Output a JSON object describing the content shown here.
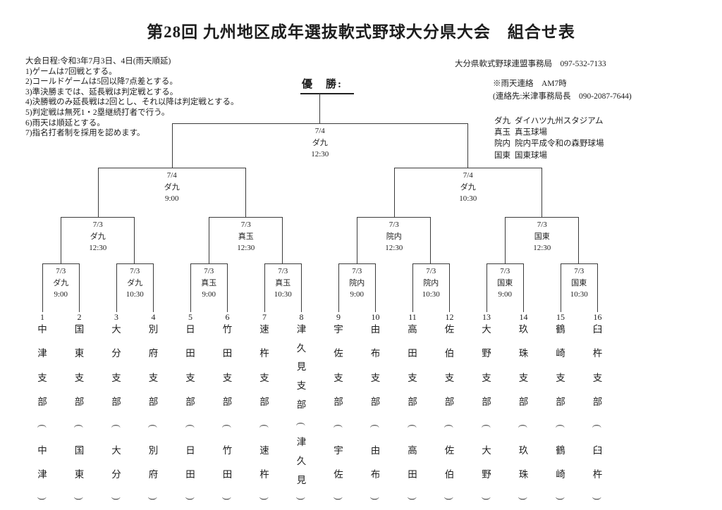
{
  "title": "第28回 九州地区成年選抜軟式野球大分県大会　組合せ表",
  "info_left": {
    "schedule": "大会日程:令和3年7月3日、4日(雨天順延)",
    "rules": [
      "1)ゲームは7回戦とする。",
      "2)コールドゲームは5回以降7点差とする。",
      "3)準決勝までは、延長戦は判定戦とする。",
      "4)決勝戦のみ延長戦は2回とし、それ以降は判定戦とする。",
      "5)判定戦は無死1・2塁継続打者で行う。",
      "6)雨天は順延とする。",
      "7)指名打者制を採用を認めます。"
    ]
  },
  "info_right": {
    "office": "大分県軟式野球連盟事務局　097-532-7133",
    "rain_contact": "※雨天連絡　AM7時",
    "contact_person": "(連絡先:米津事務局長　090-2087-7644)"
  },
  "venues": [
    {
      "abbr": "ダ九",
      "name": "ダイハツ九州スタジアム"
    },
    {
      "abbr": "真玉",
      "name": "真玉球場"
    },
    {
      "abbr": "院内",
      "name": "院内平成令和の森野球場"
    },
    {
      "abbr": "国東",
      "name": "国東球場"
    }
  ],
  "winner_label": "優　勝:",
  "bracket": {
    "final": {
      "date": "7/4",
      "venue": "ダ九",
      "time": "12:30"
    },
    "semifinals": [
      {
        "date": "7/4",
        "venue": "ダ九",
        "time": "9:00"
      },
      {
        "date": "7/4",
        "venue": "ダ九",
        "time": "10:30"
      }
    ],
    "quarterfinals": [
      {
        "date": "7/3",
        "venue": "ダ九",
        "time": "12:30"
      },
      {
        "date": "7/3",
        "venue": "真玉",
        "time": "12:30"
      },
      {
        "date": "7/3",
        "venue": "院内",
        "time": "12:30"
      },
      {
        "date": "7/3",
        "venue": "国東",
        "time": "12:30"
      }
    ],
    "round1": [
      {
        "date": "7/3",
        "venue": "ダ九",
        "time": "9:00"
      },
      {
        "date": "7/3",
        "venue": "ダ九",
        "time": "10:30"
      },
      {
        "date": "7/3",
        "venue": "真玉",
        "time": "9:00"
      },
      {
        "date": "7/3",
        "venue": "真玉",
        "time": "10:30"
      },
      {
        "date": "7/3",
        "venue": "院内",
        "time": "9:00"
      },
      {
        "date": "7/3",
        "venue": "院内",
        "time": "10:30"
      },
      {
        "date": "7/3",
        "venue": "国東",
        "time": "9:00"
      },
      {
        "date": "7/3",
        "venue": "国東",
        "time": "10:30"
      }
    ],
    "teams": [
      {
        "no": "1",
        "name": "中津支部(中津)"
      },
      {
        "no": "2",
        "name": "国東支部(国東)"
      },
      {
        "no": "3",
        "name": "大分支部(大分)"
      },
      {
        "no": "4",
        "name": "別府支部(別府)"
      },
      {
        "no": "5",
        "name": "日田支部(日田)"
      },
      {
        "no": "6",
        "name": "竹田支部(竹田)"
      },
      {
        "no": "7",
        "name": "速杵支部(速杵)"
      },
      {
        "no": "8",
        "name": "津久見支部(津久見)"
      },
      {
        "no": "9",
        "name": "宇佐支部(宇佐)"
      },
      {
        "no": "10",
        "name": "由布支部(由布)"
      },
      {
        "no": "11",
        "name": "高田支部(高田)"
      },
      {
        "no": "12",
        "name": "佐伯支部(佐伯)"
      },
      {
        "no": "13",
        "name": "大野支部(大野)"
      },
      {
        "no": "14",
        "name": "玖珠支部(玖珠)"
      },
      {
        "no": "15",
        "name": "鶴崎支部(鶴崎)"
      },
      {
        "no": "16",
        "name": "臼杵支部(臼杵)"
      }
    ]
  }
}
